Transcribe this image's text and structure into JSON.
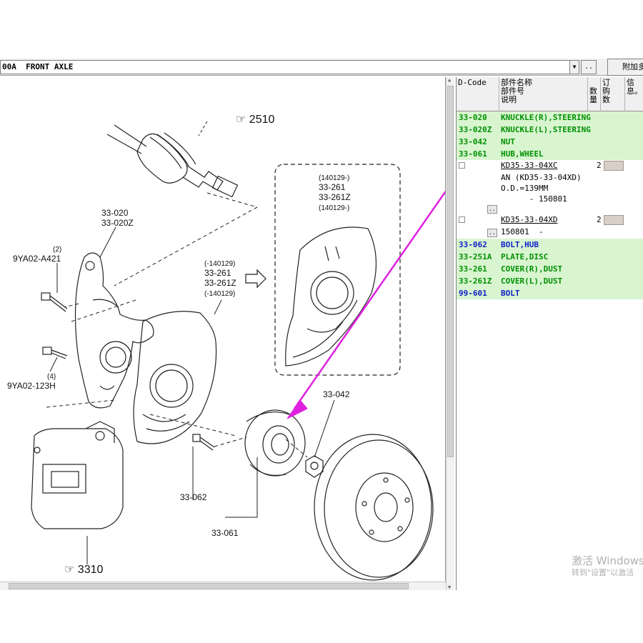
{
  "toolbar": {
    "title": "00A  FRONT AXLE",
    "combo_arrow": "▼",
    "dots_label": "..",
    "extra_label": "附加多"
  },
  "diagram": {
    "refs": {
      "r2510": "2510",
      "r3310": "3310"
    },
    "labels": {
      "l33020a": "33-020",
      "l33020b": "33-020Z",
      "l9ya_top_qty": "(2)",
      "l9ya_top": "9YA02-A421",
      "l9ya_bot_qty": "(4)",
      "l9ya_bot": "9YA02-123H",
      "box_date1": "(140129-)",
      "box_261": "33-261",
      "box_261z": "33-261Z",
      "box_date2": "(140129-)",
      "mid_date1": "(-140129)",
      "mid_261": "33-261",
      "mid_261z": "33-261Z",
      "mid_date2": "(-140129)",
      "l33042": "33-042",
      "l33062": "33-062",
      "l33061": "33-061"
    }
  },
  "parts": {
    "headers": {
      "code": "D-Code",
      "name1": "部件名称",
      "name2": "部件号",
      "name3": "说明",
      "qty1": "数",
      "qty2": "量",
      "order1": "订",
      "order2": "购",
      "order3": "数",
      "info1": "信",
      "info2": "息。"
    },
    "rows_top": [
      {
        "code": "33-020",
        "name": "KNUCKLE(R),STEERING"
      },
      {
        "code": "33-020Z",
        "name": "KNUCKLE(L),STEERING"
      },
      {
        "code": "33-042",
        "name": "NUT"
      },
      {
        "code": "33-061",
        "name": "HUB,WHEEL"
      }
    ],
    "variant1": {
      "part": "KD35-33-04XC",
      "qty": "2",
      "line1": "AN (KD35-33-04XD)",
      "line2": "O.D.=139MM",
      "line3": "      - 150801",
      "btn": ".."
    },
    "variant2": {
      "part": "KD35-33-04XD",
      "qty": "2",
      "line1": "150801  -",
      "btn": ".."
    },
    "rows_bottom": [
      {
        "code": "33-062",
        "name": "BOLT,HUB",
        "color": "blue"
      },
      {
        "code": "33-251A",
        "name": "PLATE,DISC",
        "color": "green"
      },
      {
        "code": "33-261",
        "name": "COVER(R),DUST",
        "color": "green"
      },
      {
        "code": "33-261Z",
        "name": "COVER(L),DUST",
        "color": "green"
      },
      {
        "code": "99-601",
        "name": "BOLT",
        "color": "blue"
      }
    ]
  },
  "watermark": {
    "line1": "激活 Windows",
    "line2": "转到\"设置\"以激活"
  },
  "colors": {
    "row_green_bg": "#d8f5d0",
    "code_green": "#009000",
    "code_blue": "#1020c8",
    "arrow_magenta": "#e020e0"
  }
}
